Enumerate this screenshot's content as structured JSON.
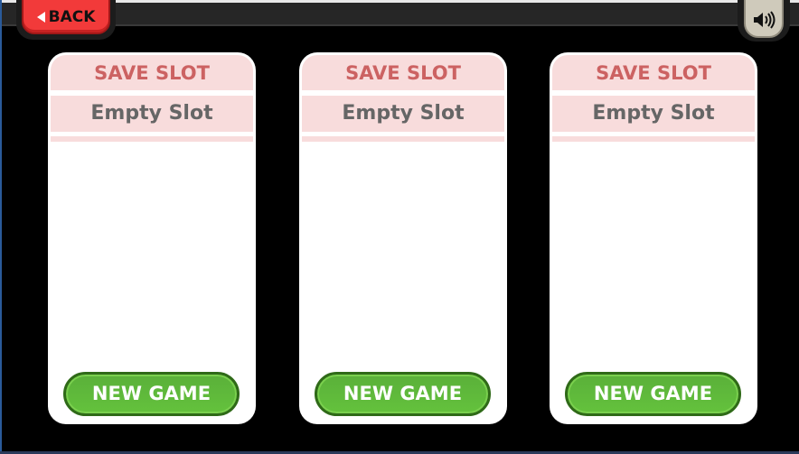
{
  "top": {
    "back_label": "BACK",
    "sound_icon": "speaker-icon"
  },
  "slots": [
    {
      "header": "SAVE SLOT",
      "name": "Empty Slot",
      "button": "NEW GAME"
    },
    {
      "header": "SAVE SLOT",
      "name": "Empty Slot",
      "button": "NEW GAME"
    },
    {
      "header": "SAVE SLOT",
      "name": "Empty Slot",
      "button": "NEW GAME"
    }
  ],
  "colors": {
    "header_text": "#cc6262",
    "slot_bg": "#f8dcdc",
    "new_game": "#5ab03a",
    "back": "#f23a3a"
  }
}
